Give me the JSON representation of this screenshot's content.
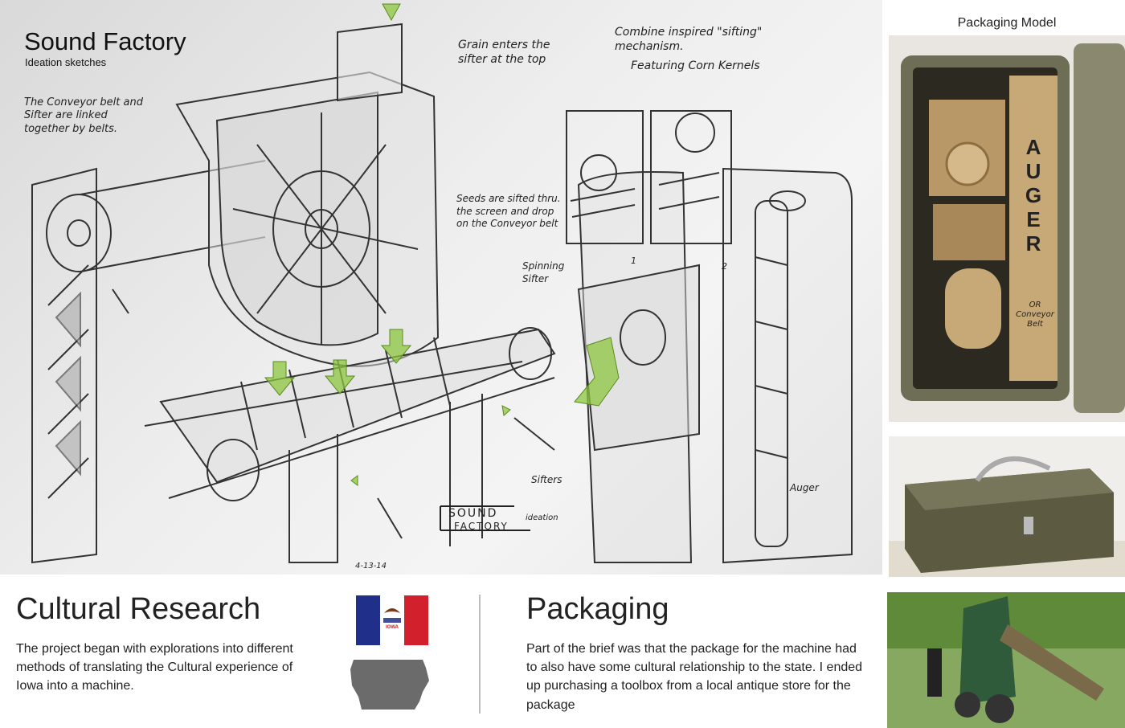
{
  "sketch": {
    "title": "Sound Factory",
    "subtitle": "Ideation sketches",
    "notes": {
      "conveyor": "The Conveyor belt and Sifter are linked together by belts.",
      "grain": "Grain enters the sifter at the top",
      "combine": "Combine inspired \"sifting\" mechanism.",
      "featuring": "Featuring Corn Kernels",
      "seeds": "Seeds are sifted thru. the screen and drop on the Conveyor belt",
      "spinning": "Spinning Sifter",
      "sifters": "Sifters",
      "auger": "Auger",
      "logo_line1": "SOUND",
      "logo_line2": "FACTORY",
      "logo_tag": "ideation",
      "date": "4-13-14",
      "step1": "1",
      "step2": "2"
    }
  },
  "packaging_model": {
    "label": "Packaging Model",
    "box_text": [
      "A",
      "U",
      "G",
      "E",
      "R"
    ],
    "box_small": [
      "OR",
      "Conveyor",
      "Belt"
    ]
  },
  "cultural": {
    "heading": "Cultural Research",
    "body": "The project began with explorations into different methods of translating the Cultural experience of Iowa into a machine.",
    "flag_text": "IOWA"
  },
  "packaging": {
    "heading": "Packaging",
    "body": "Part of the brief was that the package for the machine had to also have some cultural relationship to the state.  I ended up purchasing a toolbox from a local antique store for the package"
  },
  "colors": {
    "flag_blue": "#1f2f8a",
    "flag_red": "#d2212c",
    "state_gray": "#6b6b6b",
    "arrow_green": "#8cc63f",
    "toolbox_green": "#6b6a4d"
  }
}
